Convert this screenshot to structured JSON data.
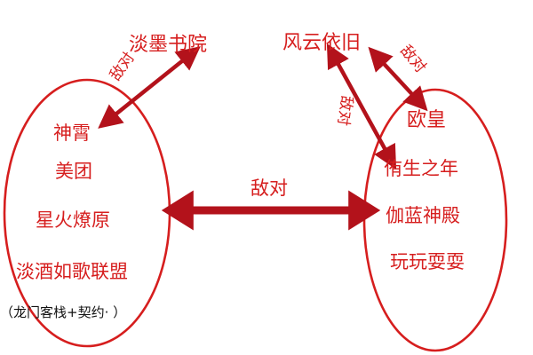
{
  "colors": {
    "ellipse": "#d61e1e",
    "arrow": "#b3121b",
    "text": "#d61e1e",
    "note": "#111111"
  },
  "nodes": {
    "tanmo": "淡墨书院",
    "fengyun": "风云依旧",
    "ouhuang": "欧皇"
  },
  "left_group": {
    "members": [
      "神霄",
      "美团",
      "星火燎原",
      "淡酒如歌联盟"
    ],
    "note": "（龙门客栈+契约·  ）"
  },
  "right_group": {
    "members": [
      "侑生之年",
      "伽蓝神殿",
      "玩玩耍耍"
    ]
  },
  "relations": {
    "hostile_tanmo": "敌对",
    "hostile_fengyun_ouhuang": "敌对",
    "hostile_fengyun_right": "敌对",
    "hostile_main": "敌对"
  }
}
